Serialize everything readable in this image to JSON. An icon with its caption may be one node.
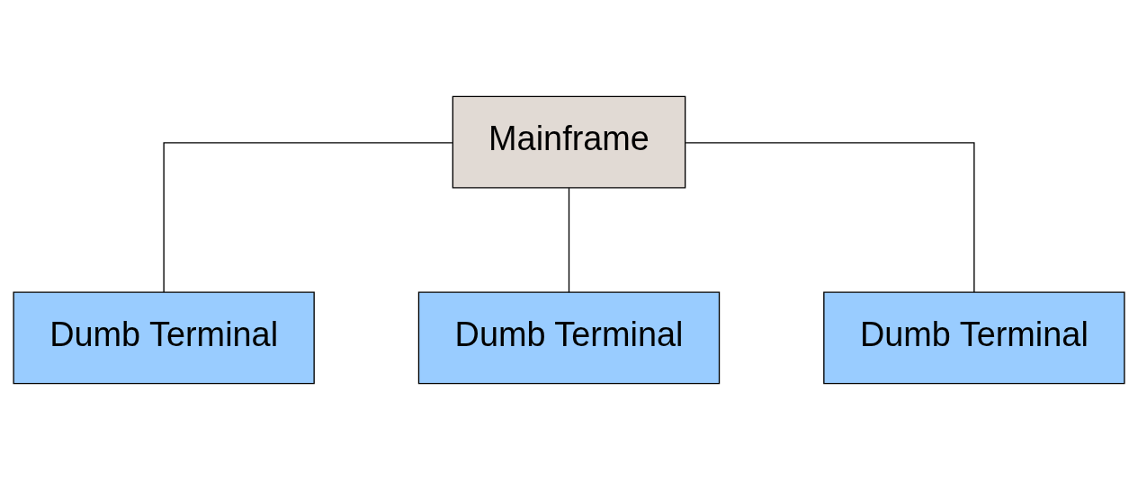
{
  "diagram": {
    "nodes": [
      {
        "text": [
          "Mainframe"
        ]
      },
      {
        "text": [
          "Dumb Terminal"
        ]
      },
      {
        "text": [
          "Dumb Terminal"
        ]
      },
      {
        "text": [
          "Dumb Terminal"
        ]
      }
    ],
    "edges": [
      {
        "from": 0,
        "to": 1,
        "arrow": "none"
      },
      {
        "from": 0,
        "to": 2,
        "arrow": "none"
      },
      {
        "from": 0,
        "to": 3,
        "arrow": "none"
      }
    ]
  }
}
